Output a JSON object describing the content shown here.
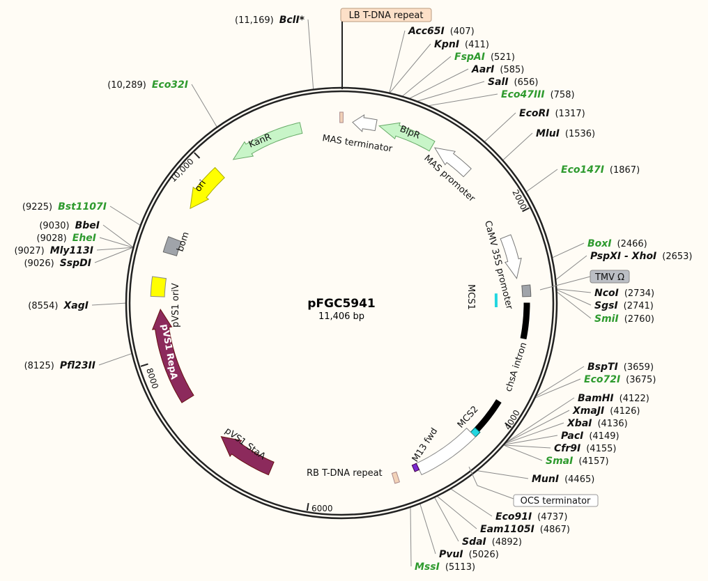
{
  "plasmid": {
    "name": "pFGC5941",
    "length_label": "11,406 bp",
    "length_bp": 11406
  },
  "colors": {
    "black_enzyme": "#111111",
    "green_enzyme": "#2e9a2e",
    "kanr": "#c8f5c8",
    "ori": "#ffff00",
    "pvs1": "#8c2a5c",
    "bom": "#a0a4aa",
    "mcs": "#22d6e0",
    "m13": "#7a2ad0",
    "lb_box": "#fde0c8"
  },
  "enzymes": [
    {
      "name": "BclI*",
      "pos": "(11,169)",
      "color": "black"
    },
    {
      "name": "Acc65I",
      "pos": "(407)",
      "color": "black"
    },
    {
      "name": "KpnI",
      "pos": "(411)",
      "color": "black"
    },
    {
      "name": "FspAI",
      "pos": "(521)",
      "color": "green"
    },
    {
      "name": "AarI",
      "pos": "(585)",
      "color": "black"
    },
    {
      "name": "SalI",
      "pos": "(656)",
      "color": "black"
    },
    {
      "name": "Eco47III",
      "pos": "(758)",
      "color": "green"
    },
    {
      "name": "EcoRI",
      "pos": "(1317)",
      "color": "black"
    },
    {
      "name": "MluI",
      "pos": "(1536)",
      "color": "black"
    },
    {
      "name": "Eco147I",
      "pos": "(1867)",
      "color": "green"
    },
    {
      "name": "BoxI",
      "pos": "(2466)",
      "color": "green"
    },
    {
      "name": "PspXI - XhoI",
      "pos": "(2653)",
      "color": "black"
    },
    {
      "name": "NcoI",
      "pos": "(2734)",
      "color": "black"
    },
    {
      "name": "SgsI",
      "pos": "(2741)",
      "color": "black"
    },
    {
      "name": "SmiI",
      "pos": "(2760)",
      "color": "green"
    },
    {
      "name": "BspTI",
      "pos": "(3659)",
      "color": "black"
    },
    {
      "name": "Eco72I",
      "pos": "(3675)",
      "color": "green"
    },
    {
      "name": "BamHI",
      "pos": "(4122)",
      "color": "black"
    },
    {
      "name": "XmaJI",
      "pos": "(4126)",
      "color": "black"
    },
    {
      "name": "XbaI",
      "pos": "(4136)",
      "color": "black"
    },
    {
      "name": "PacI",
      "pos": "(4149)",
      "color": "black"
    },
    {
      "name": "Cfr9I",
      "pos": "(4155)",
      "color": "black"
    },
    {
      "name": "SmaI",
      "pos": "(4157)",
      "color": "green"
    },
    {
      "name": "MunI",
      "pos": "(4465)",
      "color": "black"
    },
    {
      "name": "Eco91I",
      "pos": "(4737)",
      "color": "black"
    },
    {
      "name": "Eam1105I",
      "pos": "(4867)",
      "color": "black"
    },
    {
      "name": "SdaI",
      "pos": "(4892)",
      "color": "black"
    },
    {
      "name": "PvuI",
      "pos": "(5026)",
      "color": "black"
    },
    {
      "name": "MssI",
      "pos": "(5113)",
      "color": "green"
    },
    {
      "name": "Pfl23II",
      "pos": "(8125)",
      "color": "black"
    },
    {
      "name": "XagI",
      "pos": "(8554)",
      "color": "black"
    },
    {
      "name": "SspDI",
      "pos": "(9026)",
      "color": "black"
    },
    {
      "name": "Mly113I",
      "pos": "(9027)",
      "color": "black"
    },
    {
      "name": "EheI",
      "pos": "(9028)",
      "color": "green"
    },
    {
      "name": "BbeI",
      "pos": "(9030)",
      "color": "black"
    },
    {
      "name": "Bst1107I",
      "pos": "(9225)",
      "color": "green"
    },
    {
      "name": "Eco32I",
      "pos": "(10,289)",
      "color": "green"
    }
  ],
  "features": {
    "lb_repeat": "LB T-DNA repeat",
    "mas_terminator": "MAS terminator",
    "blpr": "BlpR",
    "mas_promoter": "MAS promoter",
    "camv35s": "CaMV 35S promoter",
    "tmv": "TMV Ω",
    "mcs1": "MCS1",
    "chsa": "chsA intron",
    "mcs2": "MCS2",
    "m13": "M13 fwd",
    "ocs": "OCS terminator",
    "rb_repeat": "RB T-DNA repeat",
    "staa": "pVS1 StaA",
    "repa": "pVS1 RepA",
    "oriv": "pVS1 oriV",
    "bom": "bom",
    "ori": "ori",
    "kanr": "KanR"
  },
  "ticks": [
    "2000",
    "4000",
    "6000",
    "8000",
    "10,000"
  ]
}
